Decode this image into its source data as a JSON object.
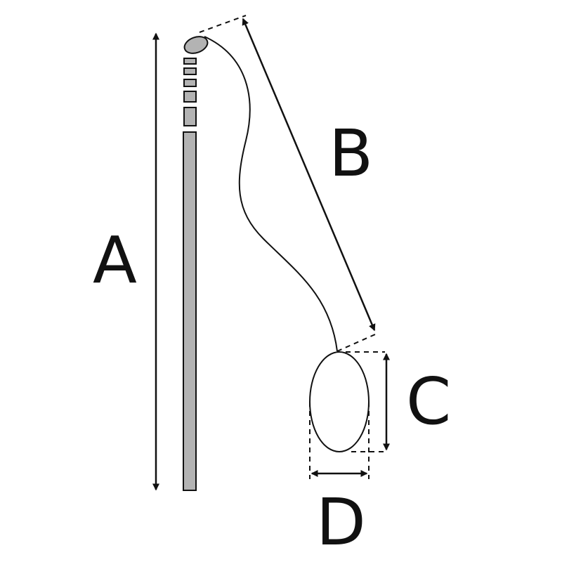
{
  "diagram": {
    "labels": {
      "a": "A",
      "b": "B",
      "c": "C",
      "d": "D"
    },
    "colors": {
      "ink": "#111111",
      "fill": "#b3b3b3",
      "background": "#ffffff"
    }
  }
}
